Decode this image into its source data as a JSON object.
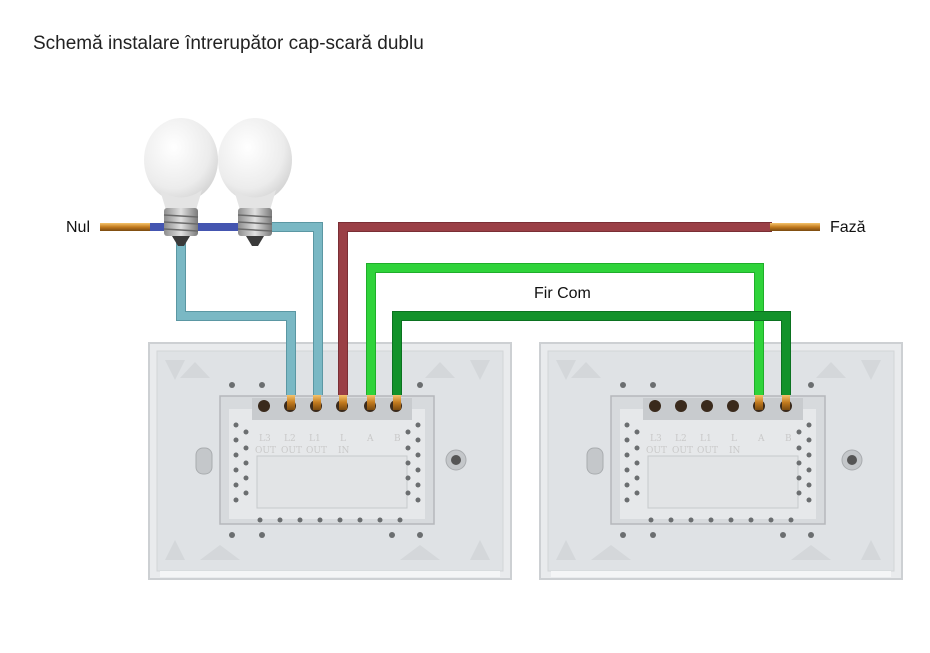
{
  "title": "Schemă instalare întrerupător cap-scară dublu",
  "labels": {
    "neutral": "Nul",
    "phase": "Fază",
    "common_wire": "Fir Com"
  },
  "terminals": {
    "top": [
      "L3",
      "L2",
      "L1",
      "L",
      "A",
      "B"
    ],
    "bottom": [
      "OUT",
      "OUT",
      "OUT",
      "IN"
    ]
  },
  "colors": {
    "neutral_wire": "#7ab8c4",
    "phase_wire": "#9a3f46",
    "traveler_1": "#2fd33a",
    "traveler_2": "#12922a",
    "panel": "#e9ebed",
    "bulb": "#f3f3f3"
  },
  "icons": [
    "light-bulb-icon",
    "light-bulb-icon"
  ]
}
